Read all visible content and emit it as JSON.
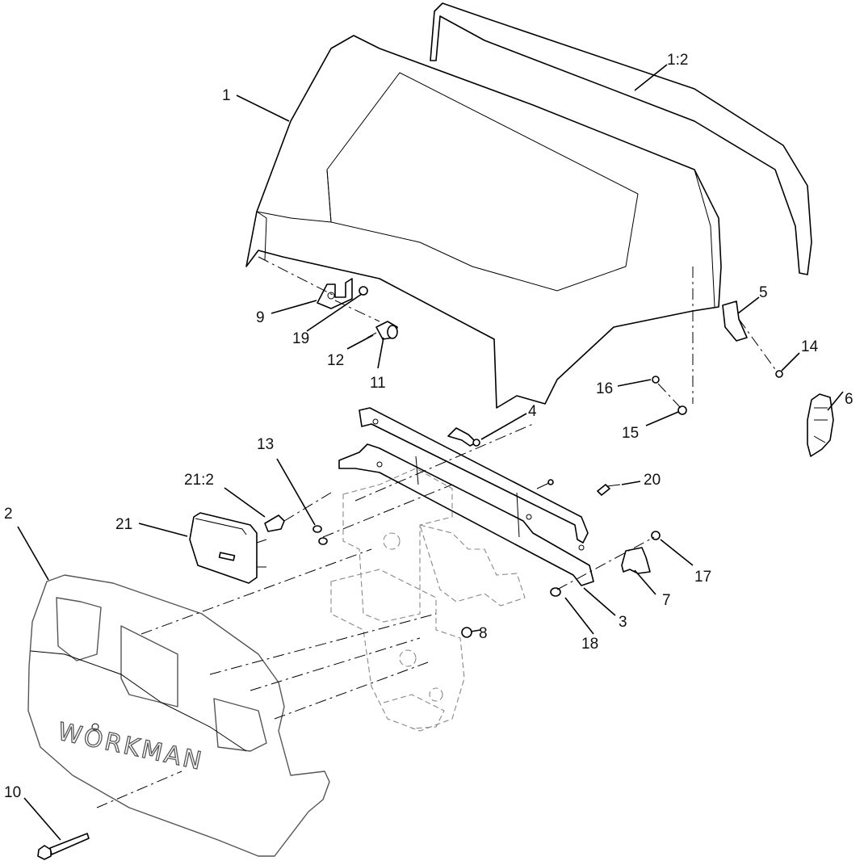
{
  "callouts": [
    {
      "id": "c1",
      "text": "1"
    },
    {
      "id": "c1_2",
      "text": "1:2"
    },
    {
      "id": "c2",
      "text": "2"
    },
    {
      "id": "c3",
      "text": "3"
    },
    {
      "id": "c4",
      "text": "4"
    },
    {
      "id": "c5",
      "text": "5"
    },
    {
      "id": "c6",
      "text": "6"
    },
    {
      "id": "c7",
      "text": "7"
    },
    {
      "id": "c8",
      "text": "8"
    },
    {
      "id": "c9",
      "text": "9"
    },
    {
      "id": "c10",
      "text": "10"
    },
    {
      "id": "c11",
      "text": "11"
    },
    {
      "id": "c12",
      "text": "12"
    },
    {
      "id": "c13",
      "text": "13"
    },
    {
      "id": "c14",
      "text": "14"
    },
    {
      "id": "c15",
      "text": "15"
    },
    {
      "id": "c16",
      "text": "16"
    },
    {
      "id": "c17",
      "text": "17"
    },
    {
      "id": "c18",
      "text": "18"
    },
    {
      "id": "c19",
      "text": "19"
    },
    {
      "id": "c20",
      "text": "20"
    },
    {
      "id": "c21",
      "text": "21"
    },
    {
      "id": "c21_2",
      "text": "21:2"
    }
  ],
  "grille_branding": {
    "line1": "WORKMAN"
  }
}
